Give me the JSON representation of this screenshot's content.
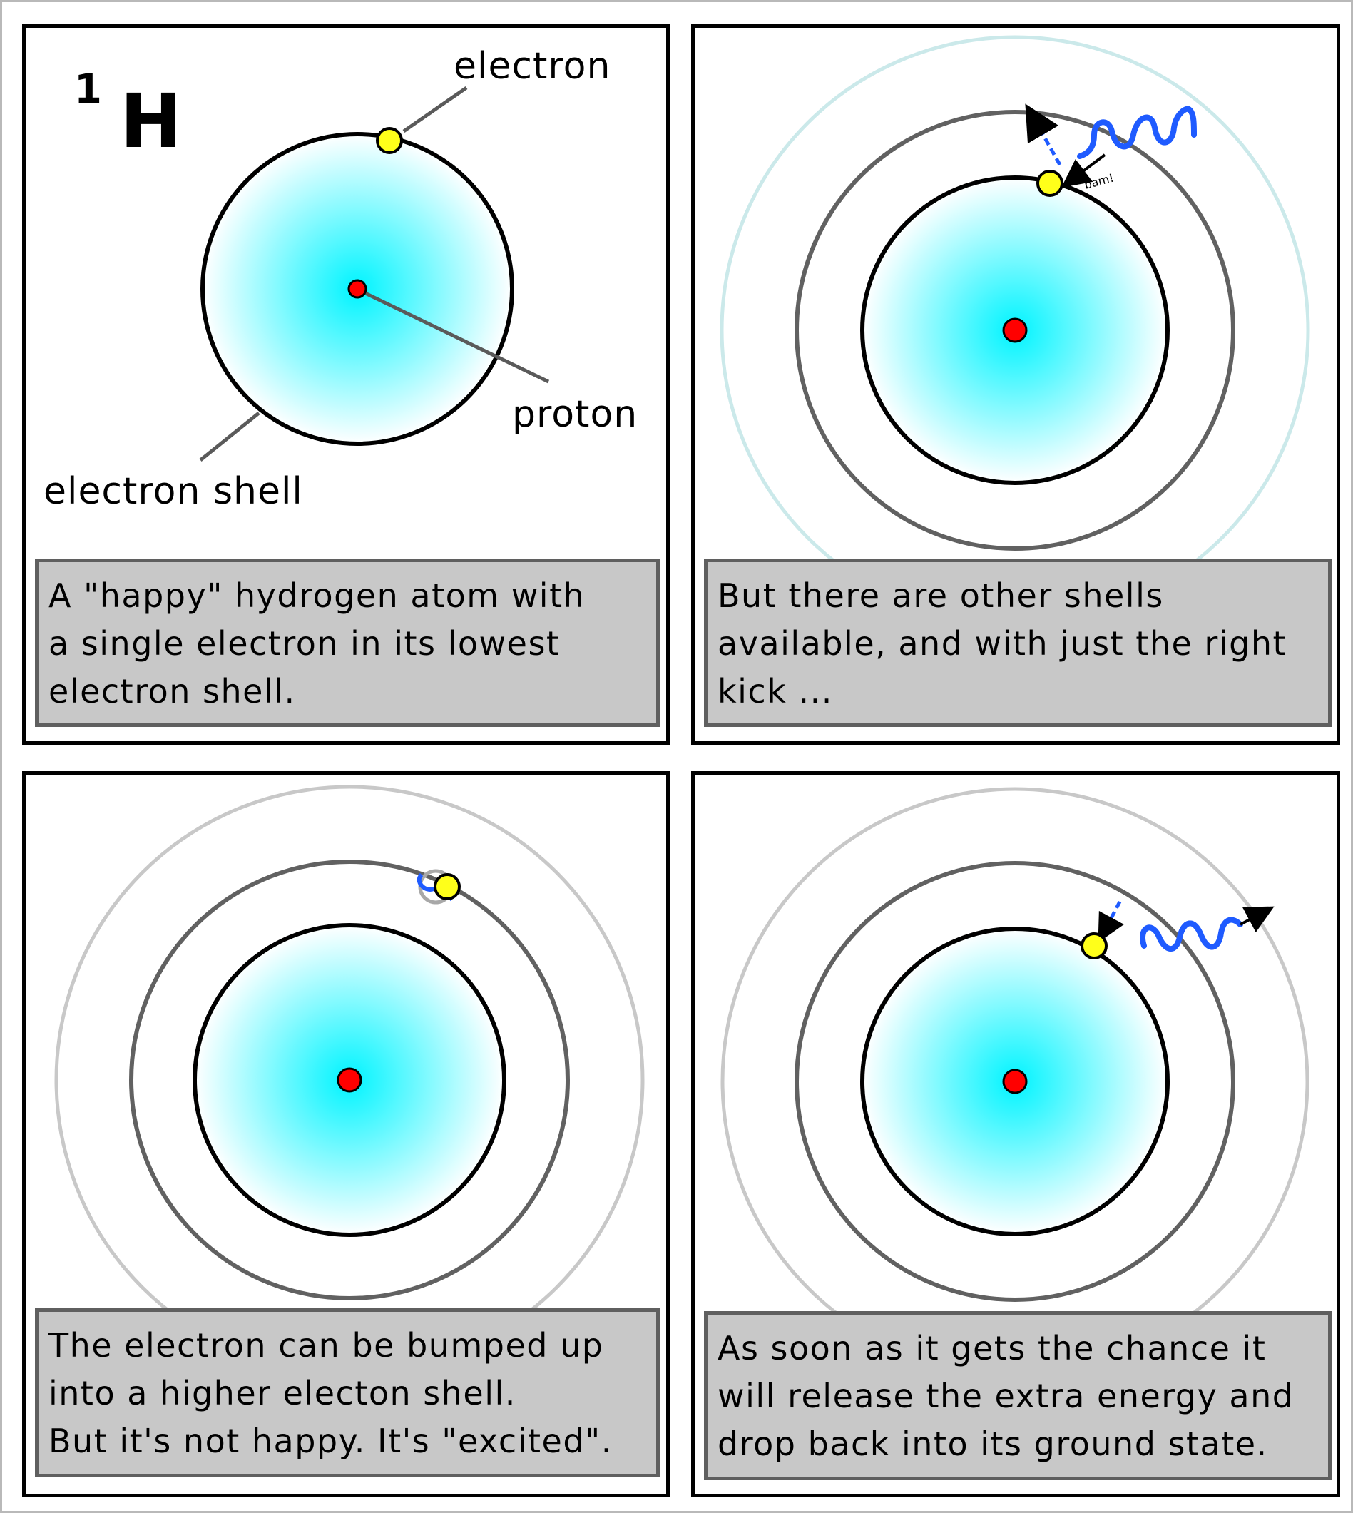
{
  "panels": [
    {
      "isotope_mass": "1",
      "element_symbol": "H",
      "labels": {
        "electron": "electron",
        "proton": "proton",
        "shell": "electron shell"
      },
      "caption": "A \"happy\" hydrogen atom with\na single electron in its lowest\nelectron shell."
    },
    {
      "annotation": "bam!",
      "caption": "But there are other shells\navailable, and with just the right\nkick ..."
    },
    {
      "caption": "The electron can be bumped up\ninto a higher electon shell.\nBut it's not happy. It's \"excited\"."
    },
    {
      "caption": "As soon as it gets the chance it\nwill release the extra energy and\ndrop back into its ground state."
    }
  ],
  "colors": {
    "cloud_center": "#00f4ff",
    "proton": "#ff0000",
    "electron": "#ffff1a",
    "photon": "#1f5bff",
    "caption_fill": "#c8c8c8",
    "outer_shell_p2": "#cbe9ea"
  }
}
